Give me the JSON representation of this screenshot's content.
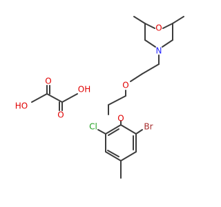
{
  "atoms": {
    "oxygen_morpholine": "O",
    "nitrogen_morpholine": "N",
    "oxygen_ether": "O",
    "oxygen_aryl": "O",
    "chlorine": "Cl",
    "bromine": "Br",
    "oxalic_oxygen_1": "O",
    "oxalic_oxygen_2": "O",
    "oxalic_ho_left": "HO",
    "oxalic_oh_right": "OH"
  },
  "colors": {
    "bond": "#3c3c3c",
    "oxygen": "#e00000",
    "nitrogen": "#2323ff",
    "chlorine": "#1fa01f",
    "bromine": "#a52a2a"
  }
}
